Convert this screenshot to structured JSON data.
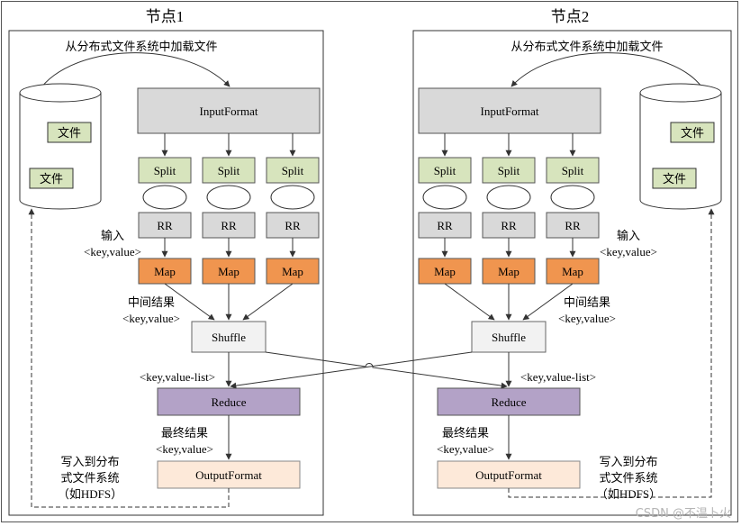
{
  "nodes": [
    {
      "title": "节点1",
      "load_label": "从分布式文件系统中加载文件",
      "files": [
        "文件",
        "文件"
      ],
      "input_format": "InputFormat",
      "splits": [
        "Split",
        "Split",
        "Split"
      ],
      "rrs": [
        "RR",
        "RR",
        "RR"
      ],
      "maps": [
        "Map",
        "Map",
        "Map"
      ],
      "input_label": [
        "输入",
        "<key,value>"
      ],
      "mid_label": [
        "中间结果",
        "<key,value>"
      ],
      "shuffle": "Shuffle",
      "reduce_input_label": "<key,value-list>",
      "reduce": "Reduce",
      "final_label": [
        "最终结果",
        "<key,value>"
      ],
      "output_format": "OutputFormat",
      "write_label": [
        "写入到分布",
        "式文件系统",
        "（如HDFS）"
      ]
    },
    {
      "title": "节点2",
      "load_label": "从分布式文件系统中加载文件",
      "files": [
        "文件",
        "文件"
      ],
      "input_format": "InputFormat",
      "splits": [
        "Split",
        "Split",
        "Split"
      ],
      "rrs": [
        "RR",
        "RR",
        "RR"
      ],
      "maps": [
        "Map",
        "Map",
        "Map"
      ],
      "input_label": [
        "输入",
        "<key,value>"
      ],
      "mid_label": [
        "中间结果",
        "<key,value>"
      ],
      "shuffle": "Shuffle",
      "reduce_input_label": "<key,value-list>",
      "reduce": "Reduce",
      "final_label": [
        "最终结果",
        "<key,value>"
      ],
      "output_format": "OutputFormat",
      "write_label": [
        "写入到分布",
        "式文件系统",
        "（如HDFS）"
      ]
    }
  ],
  "watermark": "CSDN @不温卜火",
  "colors": {
    "input_format": "#d9d9d9",
    "split": "#d7e4bd",
    "rr": "#d9d9d9",
    "map": "#f0954f",
    "shuffle": "#f2f2f2",
    "reduce": "#b3a2c7",
    "output_format": "#fde9d9",
    "file": "#d7e4bd",
    "line": "#333333"
  }
}
